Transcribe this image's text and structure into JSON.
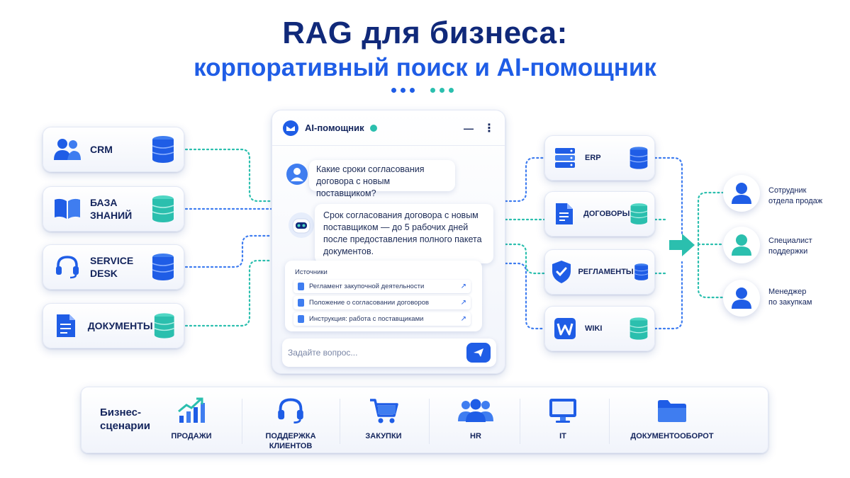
{
  "title": {
    "line1": "RAG для бизнеса:",
    "line2": "корпоративный поиск и AI-помощник"
  },
  "colors": {
    "navy": "#10297a",
    "blue": "#1f5de6",
    "teal": "#2bbfae",
    "light_blue": "#3f7df0"
  },
  "sources": [
    {
      "label": "CRM",
      "icon": "users-icon"
    },
    {
      "label": "БАЗА\nЗНАНИЙ",
      "icon": "book-icon"
    },
    {
      "label": "SERVICE\nDESK",
      "icon": "headset-icon"
    },
    {
      "label": "ДОКУМЕНТЫ",
      "icon": "document-icon"
    }
  ],
  "chat": {
    "title": "AI-помощник",
    "minimize": "—",
    "menu": "⋮",
    "question": "Какие сроки согласования договора с новым поставщиком?",
    "answer": "Срок согласования договора с новым поставщиком — до 5 рабочих дней после предоставления полного пакета документов.",
    "sources_title": "Источники",
    "sources": [
      "Регламент закупочной деятельности",
      "Положение о согласовании договоров",
      "Инструкция: работа с поставщиками"
    ],
    "input_placeholder": "Задайте вопрос..."
  },
  "destinations": [
    {
      "label": "ERP",
      "icon": "server-icon"
    },
    {
      "label": "ДОГОВОРЫ",
      "icon": "contract-icon"
    },
    {
      "label": "РЕГЛАМЕНТЫ",
      "icon": "shield-check-icon"
    },
    {
      "label": "WIKI",
      "icon": "wiki-icon"
    }
  ],
  "roles": [
    {
      "label": "Сотрудник\nотдела продаж"
    },
    {
      "label": "Специалист\nподдержки"
    },
    {
      "label": "Менеджер\nпо закупкам"
    }
  ],
  "business": {
    "label": "Бизнес-\nсценарии",
    "items": [
      {
        "label": "ПРОДАЖИ",
        "icon": "chart-growth-icon"
      },
      {
        "label": "ПОДДЕРЖКА\nКЛИЕНТОВ",
        "icon": "headset-icon"
      },
      {
        "label": "ЗАКУПКИ",
        "icon": "cart-icon"
      },
      {
        "label": "HR",
        "icon": "team-icon"
      },
      {
        "label": "IT",
        "icon": "monitor-icon"
      },
      {
        "label": "ДОКУМЕНТООБОРОТ",
        "icon": "folder-icon"
      }
    ]
  }
}
